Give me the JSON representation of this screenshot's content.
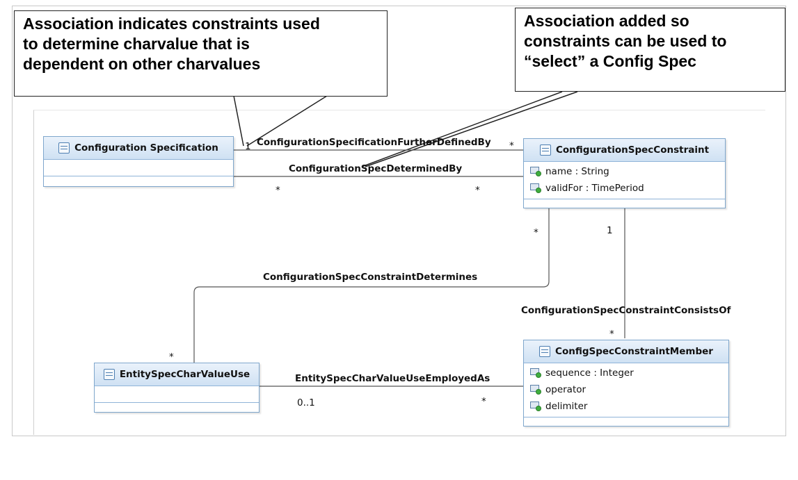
{
  "callouts": [
    {
      "text": "Association indicates constraints used\nto determine charvalue that is\ndependent on other charvalues"
    },
    {
      "text": "Association added so\nconstraints can be used to\n“select” a Config Spec"
    }
  ],
  "classes": {
    "configuration_specification": {
      "name": "Configuration Specification",
      "attributes": []
    },
    "configuration_spec_constraint": {
      "name": "ConfigurationSpecConstraint",
      "attributes": [
        {
          "label": "name : String"
        },
        {
          "label": "validFor : TimePeriod"
        }
      ]
    },
    "entity_spec_char_value_use": {
      "name": "EntitySpecCharValueUse",
      "attributes": []
    },
    "config_spec_constraint_member": {
      "name": "ConfigSpecConstraintMember",
      "attributes": [
        {
          "label": "sequence : Integer"
        },
        {
          "label": "operator"
        },
        {
          "label": "delimiter"
        }
      ]
    }
  },
  "associations": {
    "further_defined_by": {
      "label": "ConfigurationSpecificationFurtherDefinedBy",
      "mult_source": "1",
      "mult_target": "*"
    },
    "determined_by": {
      "label": "ConfigurationSpecDeterminedBy",
      "mult_source": "*",
      "mult_target": "*"
    },
    "constraint_determines": {
      "label": "ConfigurationSpecConstraintDetermines",
      "mult_source": "*",
      "mult_target": "*"
    },
    "constraint_consists_of": {
      "label": "ConfigurationSpecConstraintConsistsOf",
      "mult_source": "1",
      "mult_target": "*"
    },
    "employed_as": {
      "label": "EntitySpecCharValueUseEmployedAs",
      "mult_source": "0..1",
      "mult_target": "*"
    }
  }
}
